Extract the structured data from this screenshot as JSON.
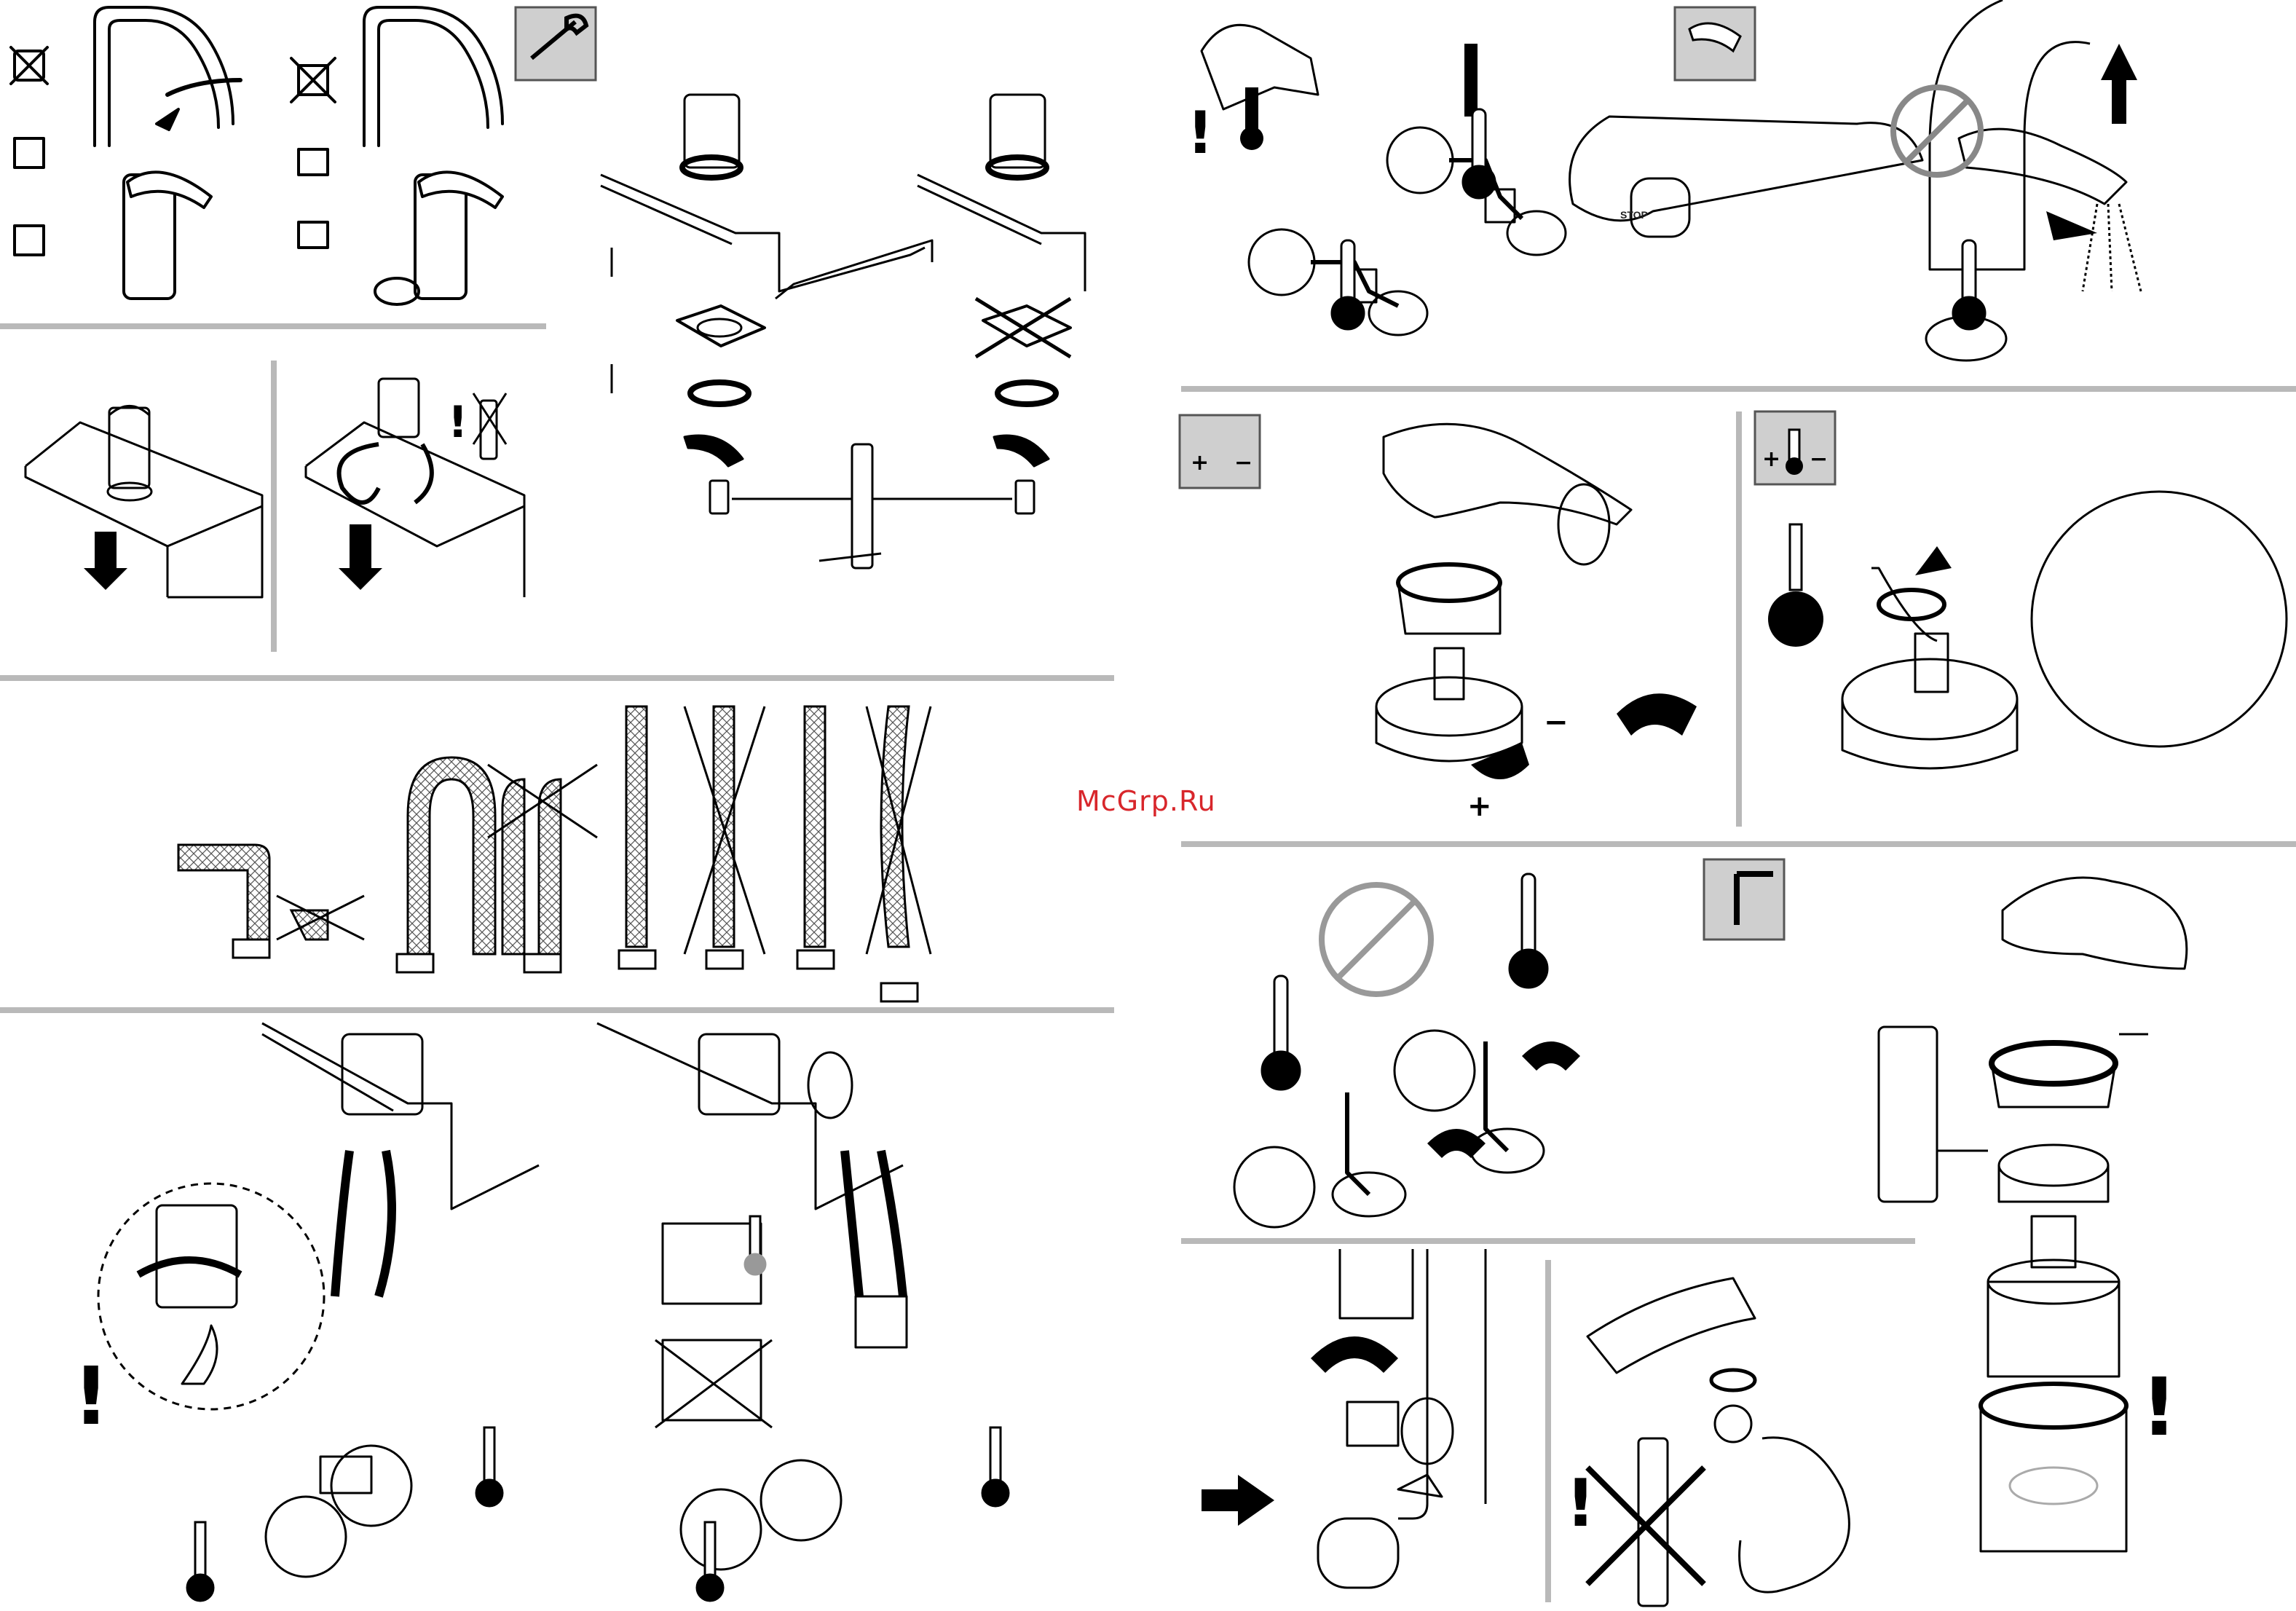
{
  "watermark": "McGrp.Ru",
  "colors": {
    "accent": "#d8262b",
    "divider": "#b9b9b9",
    "badge": "#cfcfcf"
  },
  "labels": {
    "stop": "STOP",
    "plus": "+",
    "minus": "−",
    "exclaim": "!"
  },
  "panels": [
    {
      "id": "step-spout-install",
      "icons": [
        "faucet-icon",
        "wrench-icon",
        "nut-icon"
      ]
    },
    {
      "id": "step-worktop-mount",
      "icons": [
        "hose-icon",
        "arrow-down-icon"
      ]
    },
    {
      "id": "step-gasket-order",
      "icons": [
        "gasket-icon",
        "spanner-icon"
      ]
    },
    {
      "id": "step-hose-bending",
      "icons": [
        "hose-icon",
        "cross-icon"
      ]
    },
    {
      "id": "step-connect-valves",
      "icons": [
        "valve-icon",
        "thermometer-icon"
      ]
    },
    {
      "id": "step-flush",
      "icons": [
        "valve-icon",
        "stop-icon"
      ]
    },
    {
      "id": "step-temp-limit",
      "icons": [
        "cartridge-icon",
        "thermometer-icon"
      ]
    },
    {
      "id": "step-cartridge",
      "icons": [
        "cartridge-icon",
        "hex-key-icon"
      ]
    },
    {
      "id": "step-aerator",
      "icons": [
        "aerator-icon",
        "hand-icon"
      ]
    }
  ]
}
